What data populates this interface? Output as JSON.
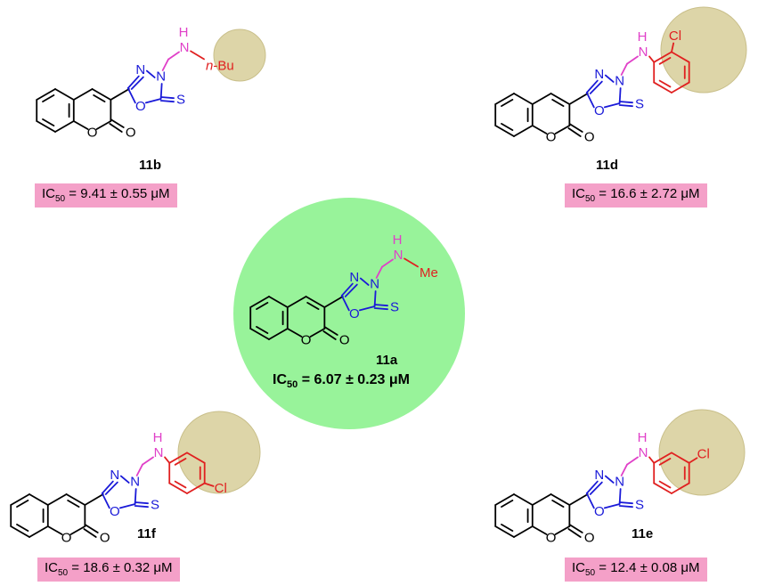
{
  "colors": {
    "green_circle": "#98f39a",
    "substituent_circle": "#ddd5a8",
    "ic50_box": "#f4a0c8",
    "linker": "#e040c8",
    "substituent": "#e02020",
    "thione_ring": "#1a1ad8",
    "bond": "#000000"
  },
  "atoms": {
    "N": "N",
    "O": "O",
    "S": "S",
    "NH_H": "H"
  },
  "ic50_label": "IC",
  "ic50_sub": "50",
  "compounds": [
    {
      "id": "11b",
      "substituent": "n-Bu",
      "ic50": "= 9.41 ± 0.55 μM"
    },
    {
      "id": "11d",
      "substituent": "Cl",
      "ic50": "= 16.6 ± 2.72 μM"
    },
    {
      "id": "11a",
      "substituent": "Me",
      "ic50": "= 6.07 ± 0.23 μM"
    },
    {
      "id": "11f",
      "substituent": "Cl",
      "ic50": "= 18.6 ± 0.32 μM"
    },
    {
      "id": "11e",
      "substituent": "Cl",
      "ic50": "= 12.4 ± 0.08 μM"
    }
  ]
}
